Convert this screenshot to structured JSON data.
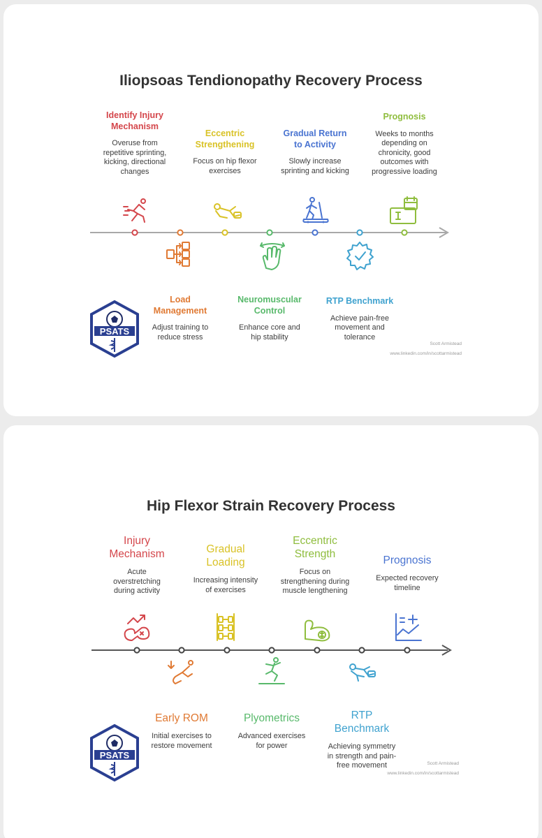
{
  "card1": {
    "title": "Iliopsoas Tendionopathy Recovery Process",
    "stages": [
      {
        "title_lines": [
          "Identify Injury",
          "Mechanism"
        ],
        "desc_lines": [
          "Overuse from",
          "repetitive sprinting,",
          "kicking, directional",
          "changes"
        ],
        "color": "#d4464b",
        "icon": "sprinter-icon"
      },
      {
        "title_lines": [
          "Load",
          "Management"
        ],
        "desc_lines": [
          "Adjust training to",
          "reduce stress"
        ],
        "color": "#e07a34",
        "icon": "workflow-icon"
      },
      {
        "title_lines": [
          "Eccentric",
          "Strengthening"
        ],
        "desc_lines": [
          "Focus on hip flexor",
          "exercises"
        ],
        "color": "#d9c226",
        "icon": "exercise-icon"
      },
      {
        "title_lines": [
          "Neuromuscular",
          "Control"
        ],
        "desc_lines": [
          "Enhance core and",
          "hip stability"
        ],
        "color": "#58b96b",
        "icon": "hand-icon"
      },
      {
        "title_lines": [
          "Gradual Return",
          "to Activity"
        ],
        "desc_lines": [
          "Slowly increase",
          "sprinting and kicking"
        ],
        "color": "#4a74d1",
        "icon": "treadmill-icon"
      },
      {
        "title_lines": [
          "RTP Benchmark"
        ],
        "desc_lines": [
          "Achieve pain-free",
          "movement and",
          "tolerance"
        ],
        "color": "#3fa2cf",
        "icon": "badge-check-icon"
      },
      {
        "title_lines": [
          "Prognosis"
        ],
        "desc_lines": [
          "Weeks to months",
          "depending on",
          "chronicity, good",
          "outcomes with",
          "progressive loading"
        ],
        "color": "#8fbd3e",
        "icon": "calendar-icon"
      }
    ],
    "footer_name": "Scott Armistead",
    "footer_url": "www.linkedin.com/in/scottarmistead",
    "logo_text": "PSATS"
  },
  "card2": {
    "title": "Hip Flexor Strain Recovery Process",
    "stages": [
      {
        "title_lines": [
          "Injury",
          "Mechanism"
        ],
        "desc_lines": [
          "Acute",
          "overstretching",
          "during activity"
        ],
        "color": "#d4464b",
        "icon": "injury-icon"
      },
      {
        "title_lines": [
          "Early ROM"
        ],
        "desc_lines": [
          "Initial exercises to",
          "restore movement"
        ],
        "color": "#e07a34",
        "icon": "stretch-icon"
      },
      {
        "title_lines": [
          "Gradual",
          "Loading"
        ],
        "desc_lines": [
          "Increasing intensity",
          "of exercises"
        ],
        "color": "#d9c226",
        "icon": "weights-icon"
      },
      {
        "title_lines": [
          "Plyometrics"
        ],
        "desc_lines": [
          "Advanced exercises",
          "for power"
        ],
        "color": "#58b96b",
        "icon": "jump-icon"
      },
      {
        "title_lines": [
          "Eccentric",
          "Strength"
        ],
        "desc_lines": [
          "Focus on",
          "strengthening during",
          "muscle lengthening"
        ],
        "color": "#8fbd3e",
        "icon": "muscle-icon"
      },
      {
        "title_lines": [
          "RTP",
          "Benchmark"
        ],
        "desc_lines": [
          "Achieving symmetry",
          "in strength and pain-",
          "free movement"
        ],
        "color": "#3fa2cf",
        "icon": "runner-icon"
      },
      {
        "title_lines": [
          "Prognosis"
        ],
        "desc_lines": [
          "Expected recovery",
          "timeline"
        ],
        "color": "#4a74d1",
        "icon": "chart-plus-icon"
      }
    ],
    "footer_name": "Scott Armistead",
    "footer_url": "www.linkedin.com/in/scottarmistead",
    "logo_text": "PSATS"
  }
}
